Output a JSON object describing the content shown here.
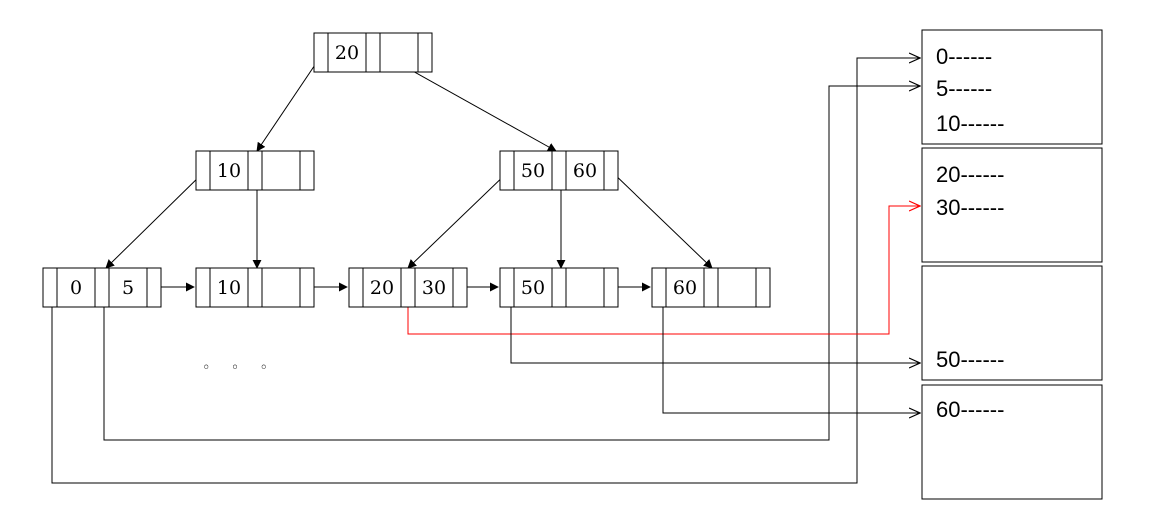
{
  "colors": {
    "ink": "#000000",
    "highlight": "#ff0000",
    "background": "#ffffff"
  },
  "tree": {
    "root": {
      "keys": [
        "20",
        "",
        ""
      ]
    },
    "internal": [
      {
        "keys": [
          "10",
          "",
          ""
        ]
      },
      {
        "keys": [
          "50",
          "60",
          ""
        ]
      }
    ],
    "leaves": [
      {
        "keys": [
          "0",
          "5",
          ""
        ]
      },
      {
        "keys": [
          "10",
          "",
          ""
        ]
      },
      {
        "keys": [
          "20",
          "30",
          ""
        ]
      },
      {
        "keys": [
          "50",
          "",
          ""
        ]
      },
      {
        "keys": [
          "60",
          "",
          ""
        ]
      }
    ],
    "ellipsis": "◦ ◦ ◦"
  },
  "data_pages": [
    {
      "records": [
        {
          "text": "0------",
          "highlight": false
        },
        {
          "text": "5------",
          "highlight": false
        },
        {
          "text": "10------",
          "highlight": false
        }
      ]
    },
    {
      "records": [
        {
          "text": "20------",
          "highlight": false
        },
        {
          "text": "30------",
          "highlight": true
        }
      ]
    },
    {
      "records": [
        {
          "text": "50------",
          "highlight": false
        }
      ]
    },
    {
      "records": [
        {
          "text": "60------",
          "highlight": false
        }
      ]
    }
  ]
}
